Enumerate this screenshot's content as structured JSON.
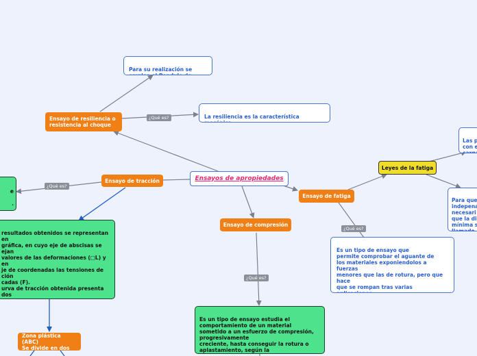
{
  "center": {
    "label": "Ensayos de apropiedades"
  },
  "resiliencia": {
    "label": "Ensayo de resiliencia o\nresistencia al choque",
    "charpy": "Para su realización se\nemplea el Pendulo de Charpy",
    "question": "¿Qué es?",
    "definicion": "La resiliencia es la característica mecánica\ncontraria a la fragilidad."
  },
  "traccion": {
    "label": "Ensayo de tracción",
    "question": "¿Qué es?",
    "left_fragment": "e\n\n.",
    "resultados": "resultados obtenidos se representan en\ngráfica, en cuyo eje de abscisas se\nejan\nvalores de las deformaciones (□L) y en\nje de coordenadas las tensiones de\nción\ncadas (F).\nurva de tracción obtenida presenta dos\nas destacadas:",
    "zona": "Zona plástica (ABC)\nSe divide en dos"
  },
  "compresion": {
    "label": "Ensayo de compresión",
    "question": "¿Qué es?",
    "definicion": "Es un tipo de ensayo estudia el\ncomportamiento de un material\nsometido a un esfuerzo de compresión,\nprogresivamente\ncreciente, hasta conseguir la rotura o\naplastamiento, según la\nclase de material."
  },
  "fatiga": {
    "label": "Ensayo de fatiga",
    "question": "¿Qué es?",
    "definicion": "Es un tipo de ensayo que\npermite comprobar el aguante de\nlos materiales exponiendolos a fuerzas\nmenores que las de rotura, pero que hace\nque se rompan tras varias aplicaciones",
    "leyes": "Leyes de la fatiga",
    "ley1": "Las p\ncon e\ncarga",
    "ley2": "Para que\nindepena\nnecesari\nque la di\nmínima s\nllamado"
  }
}
